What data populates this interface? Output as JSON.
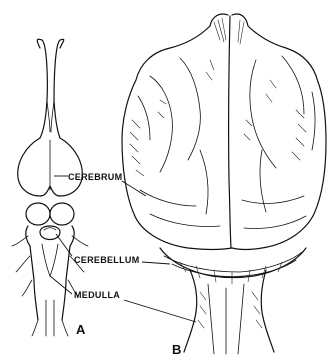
{
  "labels": {
    "cerebrum": "CEREBRUM",
    "cerebellum": "CEREBELLUM",
    "medulla": "MEDULLA"
  },
  "panels": {
    "a": "A",
    "b": "B"
  }
}
